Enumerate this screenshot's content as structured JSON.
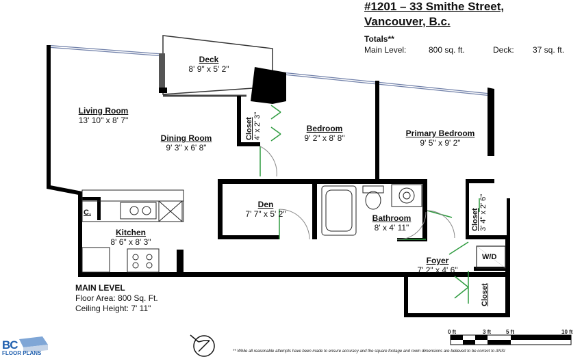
{
  "header": {
    "address_line1": "#1201 – 33 Smithe Street,",
    "address_line2": "Vancouver, B.c.",
    "totals_title": "Totals**",
    "main_level_label": "Main Level:",
    "main_level_value": "800 sq. ft.",
    "deck_label": "Deck:",
    "deck_value": "37 sq. ft."
  },
  "rooms": [
    {
      "name": "Deck",
      "dims": "8' 9\" x 5' 2\""
    },
    {
      "name": "Living Room",
      "dims": "13' 10\" x 8' 7\""
    },
    {
      "name": "Dining Room",
      "dims": "9' 3\" x 6' 8\""
    },
    {
      "name": "Bedroom",
      "dims": "9' 2\" x 8' 8\""
    },
    {
      "name": "Primary Bedroom",
      "dims": "9' 5\" x 9' 2\""
    },
    {
      "name": "Den",
      "dims": "7' 7\" x 5' 2\""
    },
    {
      "name": "Bathroom",
      "dims": "8' x 4' 11\""
    },
    {
      "name": "Kitchen",
      "dims": "8' 6\" x 8' 3\""
    },
    {
      "name": "Foyer",
      "dims": "7' 2\" x 4' 6\""
    }
  ],
  "closets": [
    {
      "name": "Closet",
      "dims": "4' x 2' 3\""
    },
    {
      "name": "Closet",
      "dims": "3' 4\" x 2' 6\""
    },
    {
      "name": "Closet"
    }
  ],
  "fixtures": {
    "pantry": "C.",
    "washer_dryer": "W/D"
  },
  "main_level_info": {
    "heading": "MAIN LEVEL",
    "floor_area": "Floor Area: 800 Sq. Ft.",
    "ceiling_height": "Ceiling Height: 7' 11\""
  },
  "scale": {
    "labels": [
      "0 ft",
      "3 ft",
      "5 ft",
      "10 ft"
    ]
  },
  "footer": {
    "disclaimer": "** While all reasonable attempts have been made to ensure accuracy and the square footage and room dimensions are believed to be correct to ANSI",
    "logo_main": "BC",
    "logo_sub": "FLOOR PLANS"
  },
  "colors": {
    "wall": "#000000",
    "door": "#2e9b3f",
    "window": "#6f7fa8",
    "logo": "#1f5fae"
  }
}
